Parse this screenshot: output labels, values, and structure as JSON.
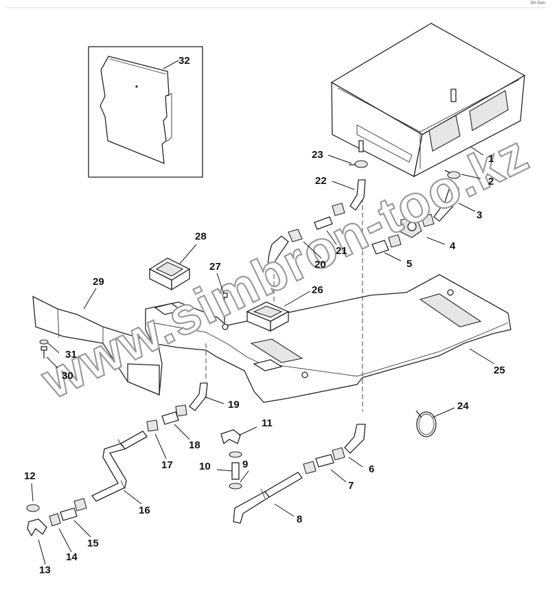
{
  "page": {
    "corner_note": "5th Gen"
  },
  "watermark": {
    "text": "www.simbron-too.kz"
  },
  "parts": [
    {
      "id": "p1",
      "label": "1"
    },
    {
      "id": "p2",
      "label": "2"
    },
    {
      "id": "p3",
      "label": "3"
    },
    {
      "id": "p4",
      "label": "4"
    },
    {
      "id": "p5",
      "label": "5"
    },
    {
      "id": "p6",
      "label": "6"
    },
    {
      "id": "p7",
      "label": "7"
    },
    {
      "id": "p8",
      "label": "8"
    },
    {
      "id": "p9",
      "label": "9"
    },
    {
      "id": "p10",
      "label": "10"
    },
    {
      "id": "p11",
      "label": "11"
    },
    {
      "id": "p12",
      "label": "12"
    },
    {
      "id": "p13",
      "label": "13"
    },
    {
      "id": "p14",
      "label": "14"
    },
    {
      "id": "p15",
      "label": "15"
    },
    {
      "id": "p16",
      "label": "16"
    },
    {
      "id": "p17",
      "label": "17"
    },
    {
      "id": "p18",
      "label": "18"
    },
    {
      "id": "p19",
      "label": "19"
    },
    {
      "id": "p20",
      "label": "20"
    },
    {
      "id": "p21",
      "label": "21"
    },
    {
      "id": "p22",
      "label": "22"
    },
    {
      "id": "p23",
      "label": "23"
    },
    {
      "id": "p24",
      "label": "24"
    },
    {
      "id": "p25",
      "label": "25"
    },
    {
      "id": "p26",
      "label": "26"
    },
    {
      "id": "p27",
      "label": "27"
    },
    {
      "id": "p28",
      "label": "28"
    },
    {
      "id": "p29",
      "label": "29"
    },
    {
      "id": "p30",
      "label": "30"
    },
    {
      "id": "p31",
      "label": "31"
    },
    {
      "id": "p32",
      "label": "32"
    }
  ]
}
